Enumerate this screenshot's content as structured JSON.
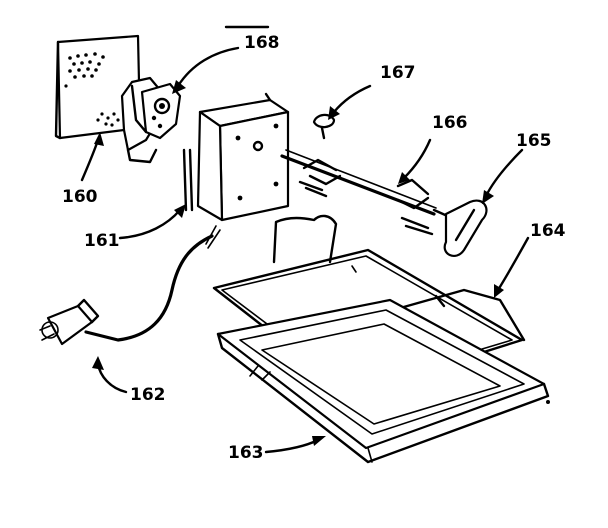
{
  "labels": {
    "p160": "160",
    "p161": "161",
    "p162": "162",
    "p163": "163",
    "p164": "164",
    "p165": "165",
    "p166": "166",
    "p167": "167",
    "p168": "168"
  }
}
